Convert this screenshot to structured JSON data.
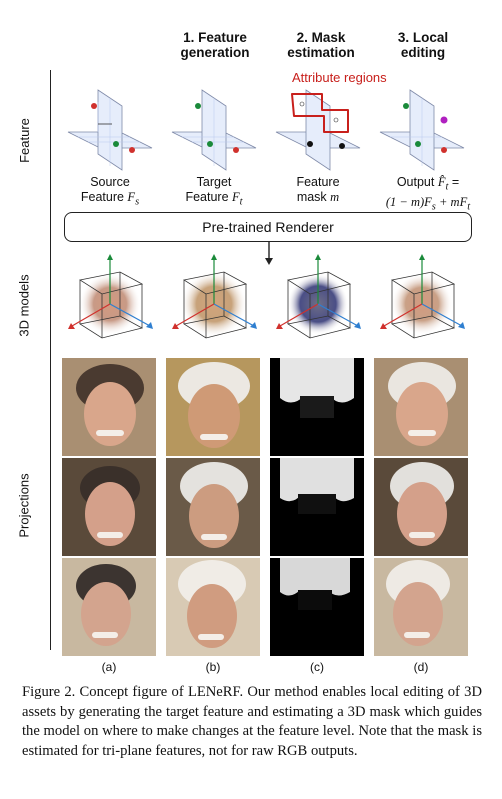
{
  "column_headers": [
    {
      "line1": "1. Feature",
      "line2": "generation"
    },
    {
      "line1": "2. Mask",
      "line2": "estimation"
    },
    {
      "line1": "3. Local",
      "line2": "editing"
    }
  ],
  "row_labels": {
    "feature": "Feature",
    "models": "3D models",
    "projections": "Projections"
  },
  "attribute_regions": "Attribute regions",
  "feature_labels": [
    {
      "line1": "Source",
      "line2": "Feature ",
      "sym": "F",
      "sub": "s"
    },
    {
      "line1": "Target",
      "line2": "Feature ",
      "sym": "F",
      "sub": "t"
    },
    {
      "line1": "Feature",
      "line2": "mask ",
      "sym": "m",
      "sub": ""
    },
    {
      "line1": "Output F̂",
      "line2": "(1 − m)F",
      "sym": "",
      "sub": ""
    }
  ],
  "output_formula": {
    "l1a": "Output ",
    "l1b": "F̂",
    "l1sub": "t",
    "l1c": " =",
    "l2": "(1 − m)F",
    "l2sub": "s",
    "l2b": " + mF",
    "l2sub2": "t"
  },
  "renderer_label": "Pre-trained Renderer",
  "subfigure_labels": [
    "(a)",
    "(b)",
    "(c)",
    "(d)"
  ],
  "caption": "Figure 2.  Concept figure of LENeRF. Our method enables local editing of 3D assets by generating the target feature and estimating a 3D mask which guides the model on where to make changes at the feature level.  Note that the mask is estimated for tri-plane features, not for raw RGB outputs.",
  "colors": {
    "accent_red": "#c8201c",
    "grid": "#b9c9ee",
    "axis_x": "#d0312d",
    "axis_y": "#1a8a3a",
    "axis_z": "#2f7fd0"
  }
}
